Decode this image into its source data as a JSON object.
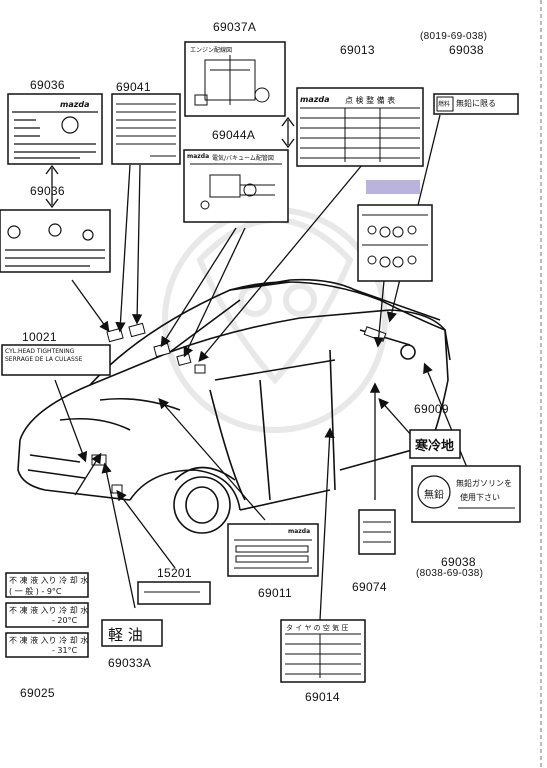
{
  "part_numbers": {
    "p69037A": "69037A",
    "p69013": "69013",
    "p69038_top": "69038",
    "p69038_top_alt": "(8019-69-038)",
    "p69036_a": "69036",
    "p69041": "69041",
    "p69044A": "69044A",
    "p69036_b": "69036",
    "p10021": "10021",
    "p69009": "69009",
    "p15201": "15201",
    "p69011": "69011",
    "p69074": "69074",
    "p69038_bottom": "69038",
    "p69038_bottom_alt": "(8038-69-038)",
    "p69033A": "69033A",
    "p69025": "69025",
    "p69014": "69014"
  },
  "labels": {
    "label_69036_brand": "mazda",
    "label_69013_brand": "mazda",
    "label_69044A_brand": "mazda",
    "label_69011_brand": "mazda",
    "label_69038_top_text": "無鉛に限る",
    "label_69038_top_prefix": "燃料",
    "label_69009_text": "寒冷地",
    "label_69033A_text": "軽 油",
    "label_69038_bottom_circle": "無鉛",
    "label_69038_bottom_line1": "無鉛ガソリンを",
    "label_69038_bottom_line2": "使用下さい",
    "label_10021_line1": "CYL.HEAD TIGHTENING",
    "label_10021_line2": "SERRAGE DE LA CULASSE",
    "label_69025_line1": "不 凍 液 入り 冷 却 水",
    "label_69025_line1b": "( 一 般 )    - 9°C",
    "label_69025_line2": "不 凍 液 入り 冷 却 水",
    "label_69025_line2b": "- 20°C",
    "label_69025_line3": "不 凍 液 入り 冷 却 水",
    "label_69025_line3b": "- 31°C",
    "label_69014_title": "タ イ ヤ の 空 気 圧",
    "label_69013_title": "点 検 整 備 表",
    "label_69044A_title": "電気/バキューム配管図",
    "label_69037A_title": "エンジン配線図"
  },
  "colors": {
    "line": "#111111",
    "highlight": "#b9b3de",
    "watermark": "#e6e6e6"
  }
}
